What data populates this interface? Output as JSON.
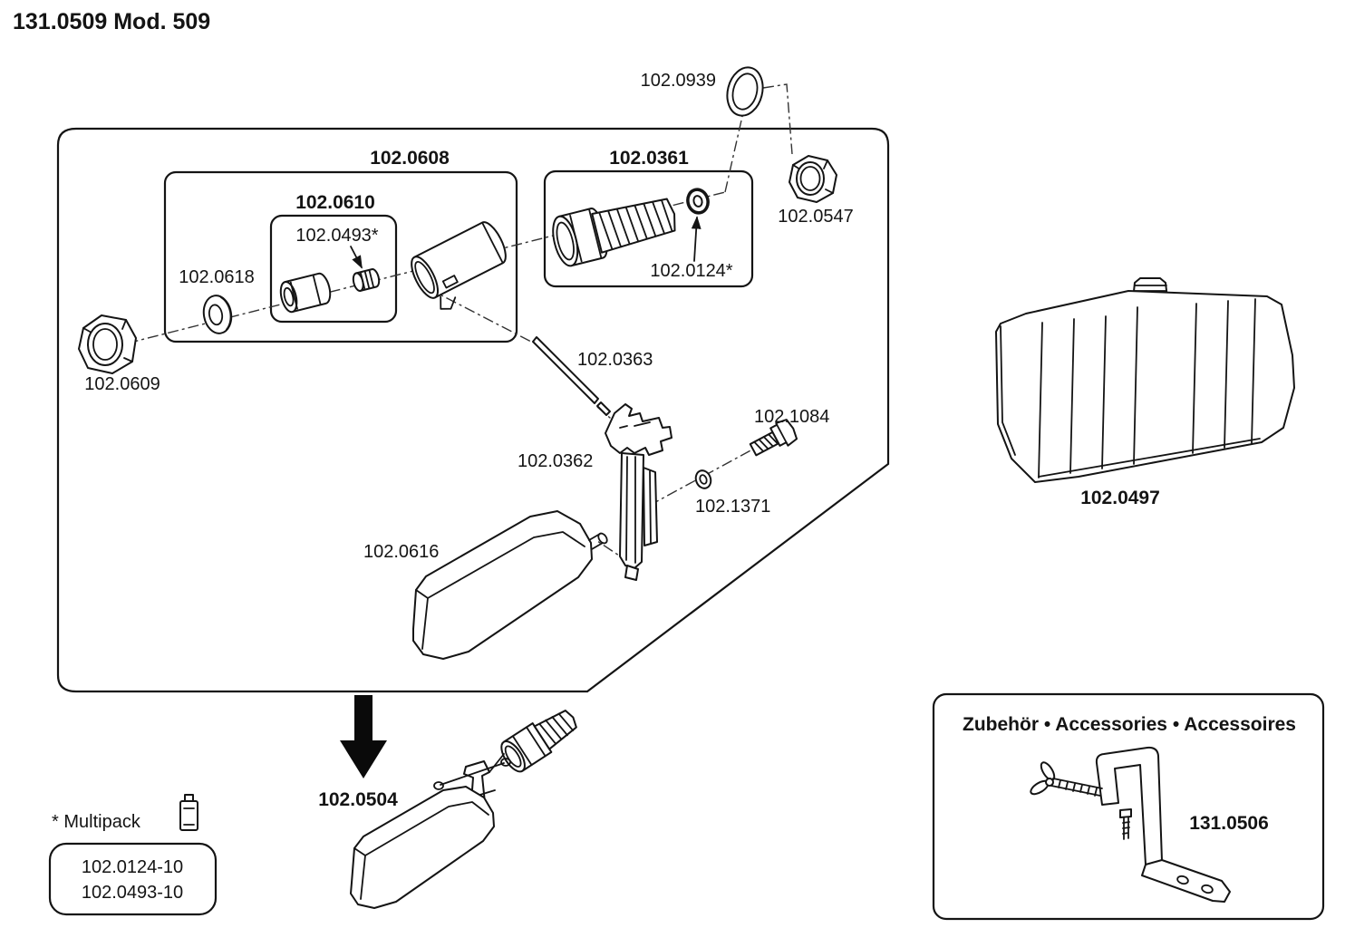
{
  "title": "131.0509 Mod. 509",
  "diagram": {
    "parts": {
      "p0939": "102.0939",
      "p0608": "102.0608",
      "p0361": "102.0361",
      "p0547": "102.0547",
      "p0610": "102.0610",
      "p0493": "102.0493*",
      "p0618": "102.0618",
      "p0124": "102.0124*",
      "p0609": "102.0609",
      "p0363": "102.0363",
      "p1084": "102.1084",
      "p0362": "102.0362",
      "p1371": "102.1371",
      "p0616": "102.0616",
      "p0497": "102.0497",
      "p0504": "102.0504",
      "p1306": "131.0506"
    },
    "accessories_header": "Zubehör • Accessories • Accessoires",
    "multipack": {
      "label": "* Multipack",
      "items": [
        "102.0124-10",
        "102.0493-10"
      ]
    }
  }
}
